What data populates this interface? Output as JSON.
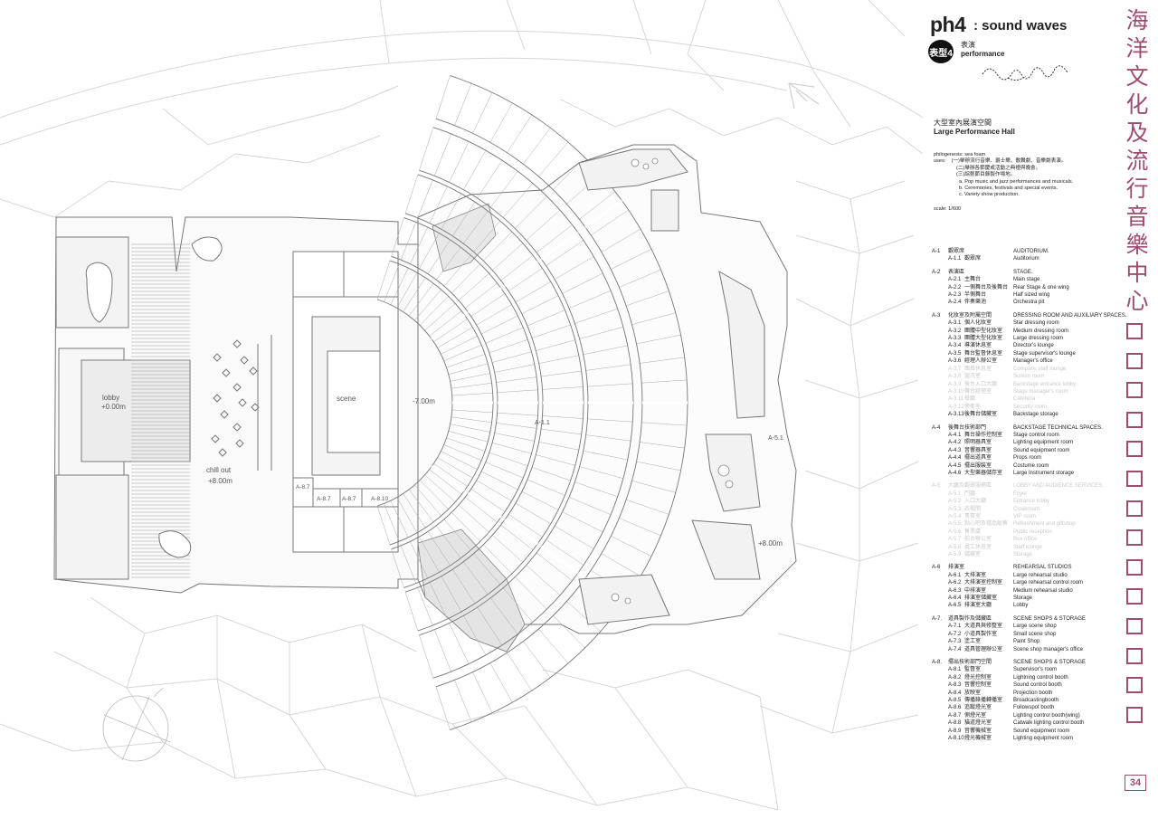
{
  "header": {
    "code": "ph4",
    "subtitle": ": sound waves",
    "badge": "表型4",
    "category_zh": "表演",
    "category_en": "performance"
  },
  "hall": {
    "title_zh": "大型室內展演空間",
    "title_en": "Large Performance Hall"
  },
  "info": {
    "philogenesis": "philogenesis: sea foam",
    "uses_label": "uses:",
    "uses_zh": [
      "(一)舉辦流行音樂、爵士樂、歌舞劇、音樂劇表演。",
      "(二)舉辦各節慶或活動之典禮與晚會。",
      "(三)綜藝節目錄製作場地。"
    ],
    "uses_en": [
      "a. Pop music and jazz performances and musicals.",
      "b. Ceremonies, festivals and special events.",
      "c. Variety show production."
    ],
    "scale": "scale: 1/600"
  },
  "legend": [
    {
      "code": "A-1",
      "zh": "觀眾席",
      "en": "AUDITORIUM.",
      "faded": false,
      "items": [
        {
          "code": "A-1.1",
          "zh": "觀眾席",
          "en": "Auditorium",
          "faded": false
        }
      ]
    },
    {
      "code": "A-2",
      "zh": "表演區",
      "en": "STAGE.",
      "faded": false,
      "items": [
        {
          "code": "A-2.1",
          "zh": "主舞台",
          "en": "Main stage",
          "faded": false
        },
        {
          "code": "A-2.2",
          "zh": "一側舞台及後舞台",
          "en": "Rear Stage & one wing",
          "faded": false
        },
        {
          "code": "A-2.3",
          "zh": "半側舞台",
          "en": "Half sized wing",
          "faded": false
        },
        {
          "code": "A-2.4",
          "zh": "伴奏樂池",
          "en": "Orchestra pit",
          "faded": false
        }
      ]
    },
    {
      "code": "A-3",
      "zh": "化妝室及附屬空間",
      "en": "DRESSING ROOM AND AUXILIARY SPACES.",
      "faded": false,
      "items": [
        {
          "code": "A-3.1",
          "zh": "個人化妝室",
          "en": "Star dressing room",
          "faded": false
        },
        {
          "code": "A-3.2",
          "zh": "團體中型化妝室",
          "en": "Medium dressing room",
          "faded": false
        },
        {
          "code": "A-3.3",
          "zh": "團體大型化妝室",
          "en": "Large dressing room",
          "faded": false
        },
        {
          "code": "A-3.4",
          "zh": "導演休息室",
          "en": "Director's lounge",
          "faded": false
        },
        {
          "code": "A-3.5",
          "zh": "舞台監督休息室",
          "en": "Stage supervisor's lounge",
          "faded": false
        },
        {
          "code": "A-3.6",
          "zh": "經理人辦公室",
          "en": "Manager's office",
          "faded": false
        },
        {
          "code": "A-3.7",
          "zh": "團員休息室",
          "en": "Company staff lounge",
          "faded": true
        },
        {
          "code": "A-3.8",
          "zh": "盥洗室",
          "en": "Screen room",
          "faded": true
        },
        {
          "code": "A-3.9",
          "zh": "後台入口大廳",
          "en": "Backstage entrance lobby",
          "faded": true
        },
        {
          "code": "A-3.10",
          "zh": "舞台經理室",
          "en": "Stage manager's room",
          "faded": true
        },
        {
          "code": "A-3.11",
          "zh": "餐廳",
          "en": "Cafeteria",
          "faded": true
        },
        {
          "code": "A-3.12",
          "zh": "警衛室",
          "en": "Security room",
          "faded": true
        },
        {
          "code": "A-3.13",
          "zh": "後舞台儲藏室",
          "en": "Backstage storage",
          "faded": false
        }
      ]
    },
    {
      "code": "A-4",
      "zh": "後舞台技術部門",
      "en": "BACKSTAGE TECHNICAL SPACES.",
      "faded": false,
      "items": [
        {
          "code": "A-4.1",
          "zh": "舞台操作控制室",
          "en": "Stage control room",
          "faded": false
        },
        {
          "code": "A-4.2",
          "zh": "照明器具室",
          "en": "Lighting equipment room",
          "faded": false
        },
        {
          "code": "A-4.3",
          "zh": "音響器具室",
          "en": "Sound equipment room",
          "faded": false
        },
        {
          "code": "A-4.4",
          "zh": "擺出道具室",
          "en": "Props room",
          "faded": false
        },
        {
          "code": "A-4.5",
          "zh": "擺出服裝室",
          "en": "Costume room",
          "faded": false
        },
        {
          "code": "A-4.6",
          "zh": "大型樂器儲存室",
          "en": "Large Instrument storage",
          "faded": false
        }
      ]
    },
    {
      "code": "A-5",
      "zh": "大廳及觀眾服務區",
      "en": "LOBBY AND AUDIENCE SERVICES.",
      "faded": true,
      "items": [
        {
          "code": "A-5.1",
          "zh": "門廳",
          "en": "Foyer",
          "faded": true
        },
        {
          "code": "A-5.2",
          "zh": "入口大廳",
          "en": "Entrance lobby",
          "faded": true
        },
        {
          "code": "A-5.3",
          "zh": "衣帽間",
          "en": "Cloakroom",
          "faded": true
        },
        {
          "code": "A-5.4",
          "zh": "貴賓室",
          "en": "VIP room",
          "faded": true
        },
        {
          "code": "A-5.5",
          "zh": "點心吧及禮品販售",
          "en": "Refreshment and giftshop",
          "faded": true
        },
        {
          "code": "A-5.6",
          "zh": "售票處",
          "en": "Public reception",
          "faded": true
        },
        {
          "code": "A-5.7",
          "zh": "前台辦公室",
          "en": "Box office",
          "faded": true
        },
        {
          "code": "A-5.8",
          "zh": "員工休息室",
          "en": "Staff lounge",
          "faded": true
        },
        {
          "code": "A-5.9",
          "zh": "儲藏室",
          "en": "Storage",
          "faded": true
        }
      ]
    },
    {
      "code": "A-6",
      "zh": "排演室",
      "en": "REHEARSAL STUDIOS",
      "faded": false,
      "items": [
        {
          "code": "A-6.1",
          "zh": "大排演室",
          "en": "Large rehearsal studio",
          "faded": false
        },
        {
          "code": "A-6.2",
          "zh": "大排演室控制室",
          "en": "Large rehearsal control room",
          "faded": false
        },
        {
          "code": "A-6.3",
          "zh": "中排演室",
          "en": "Medium rehearsal studio",
          "faded": false
        },
        {
          "code": "A-6.4",
          "zh": "排演室儲藏室",
          "en": "Storage",
          "faded": false
        },
        {
          "code": "A-6.5",
          "zh": "排演室大廳",
          "en": "Lobby",
          "faded": false
        }
      ]
    },
    {
      "code": "A-7.",
      "zh": "道具製作及儲藏區",
      "en": "SCENE SHOPS & STORAGE",
      "faded": false,
      "items": [
        {
          "code": "A-7.1",
          "zh": "大道具與修整室",
          "en": "Large scene shop",
          "faded": false
        },
        {
          "code": "A-7.2",
          "zh": "小道具製作室",
          "en": "Small scene shop",
          "faded": false
        },
        {
          "code": "A-7.3",
          "zh": "塗工室",
          "en": "Paint Shop",
          "faded": false
        },
        {
          "code": "A-7.4",
          "zh": "道具管理辦公室",
          "en": "Scene shop manager's office",
          "faded": false
        }
      ]
    },
    {
      "code": "A-8.",
      "zh": "擺出技術部門空間",
      "en": "SCENE SHOPS & STORAGE",
      "faded": false,
      "items": [
        {
          "code": "A-8.1",
          "zh": "監督室",
          "en": "Supervisor's room",
          "faded": false
        },
        {
          "code": "A-8.2",
          "zh": "燈光控制室",
          "en": "Lightning control booth",
          "faded": false
        },
        {
          "code": "A-8.3",
          "zh": "音響控制室",
          "en": "Sound control booth",
          "faded": false
        },
        {
          "code": "A-8.4",
          "zh": "放映室",
          "en": "Projection booth",
          "faded": false
        },
        {
          "code": "A-8.5",
          "zh": "傳播錄播轉播室",
          "en": "Broadcastingbooth",
          "faded": false
        },
        {
          "code": "A-8.6",
          "zh": "追蹤燈光室",
          "en": "Followspot booth",
          "faded": false
        },
        {
          "code": "A-8.7",
          "zh": "側燈光室",
          "en": "Lighting control booth(wing)",
          "faded": false
        },
        {
          "code": "A-8.8",
          "zh": "貓道燈光室",
          "en": "Catwalk lighting control booth",
          "faded": false
        },
        {
          "code": "A-8.9",
          "zh": "音響機械室",
          "en": "Sound equipment room",
          "faded": false
        },
        {
          "code": "A-8.10",
          "zh": "燈光機械室",
          "en": "Lighting equipment room",
          "faded": false
        }
      ]
    }
  ],
  "plan": {
    "lobby_label": "lobby",
    "lobby_level": "+0.00m",
    "chill_label": "chill out",
    "chill_level": "+8.00m",
    "scene_label": "scene",
    "pit_level": "-7.00m",
    "foyer_level": "+8.00m",
    "auditorium_code": "A-1.1",
    "foyer_code": "A-5.1",
    "booth_left": "A-8.7",
    "booth_mid1": "A-8.7",
    "booth_mid2": "A-8.7",
    "booth_right": "A-8.10"
  },
  "vertical_title": [
    "海",
    "洋",
    "文",
    "化",
    "及",
    "流",
    "行",
    "音",
    "樂",
    "中",
    "心"
  ],
  "vertical_squares": 14,
  "page_number": "34",
  "colors": {
    "accent": "#9c4d72",
    "line": "#8a8a8a",
    "fill": "#f0f0f0"
  }
}
